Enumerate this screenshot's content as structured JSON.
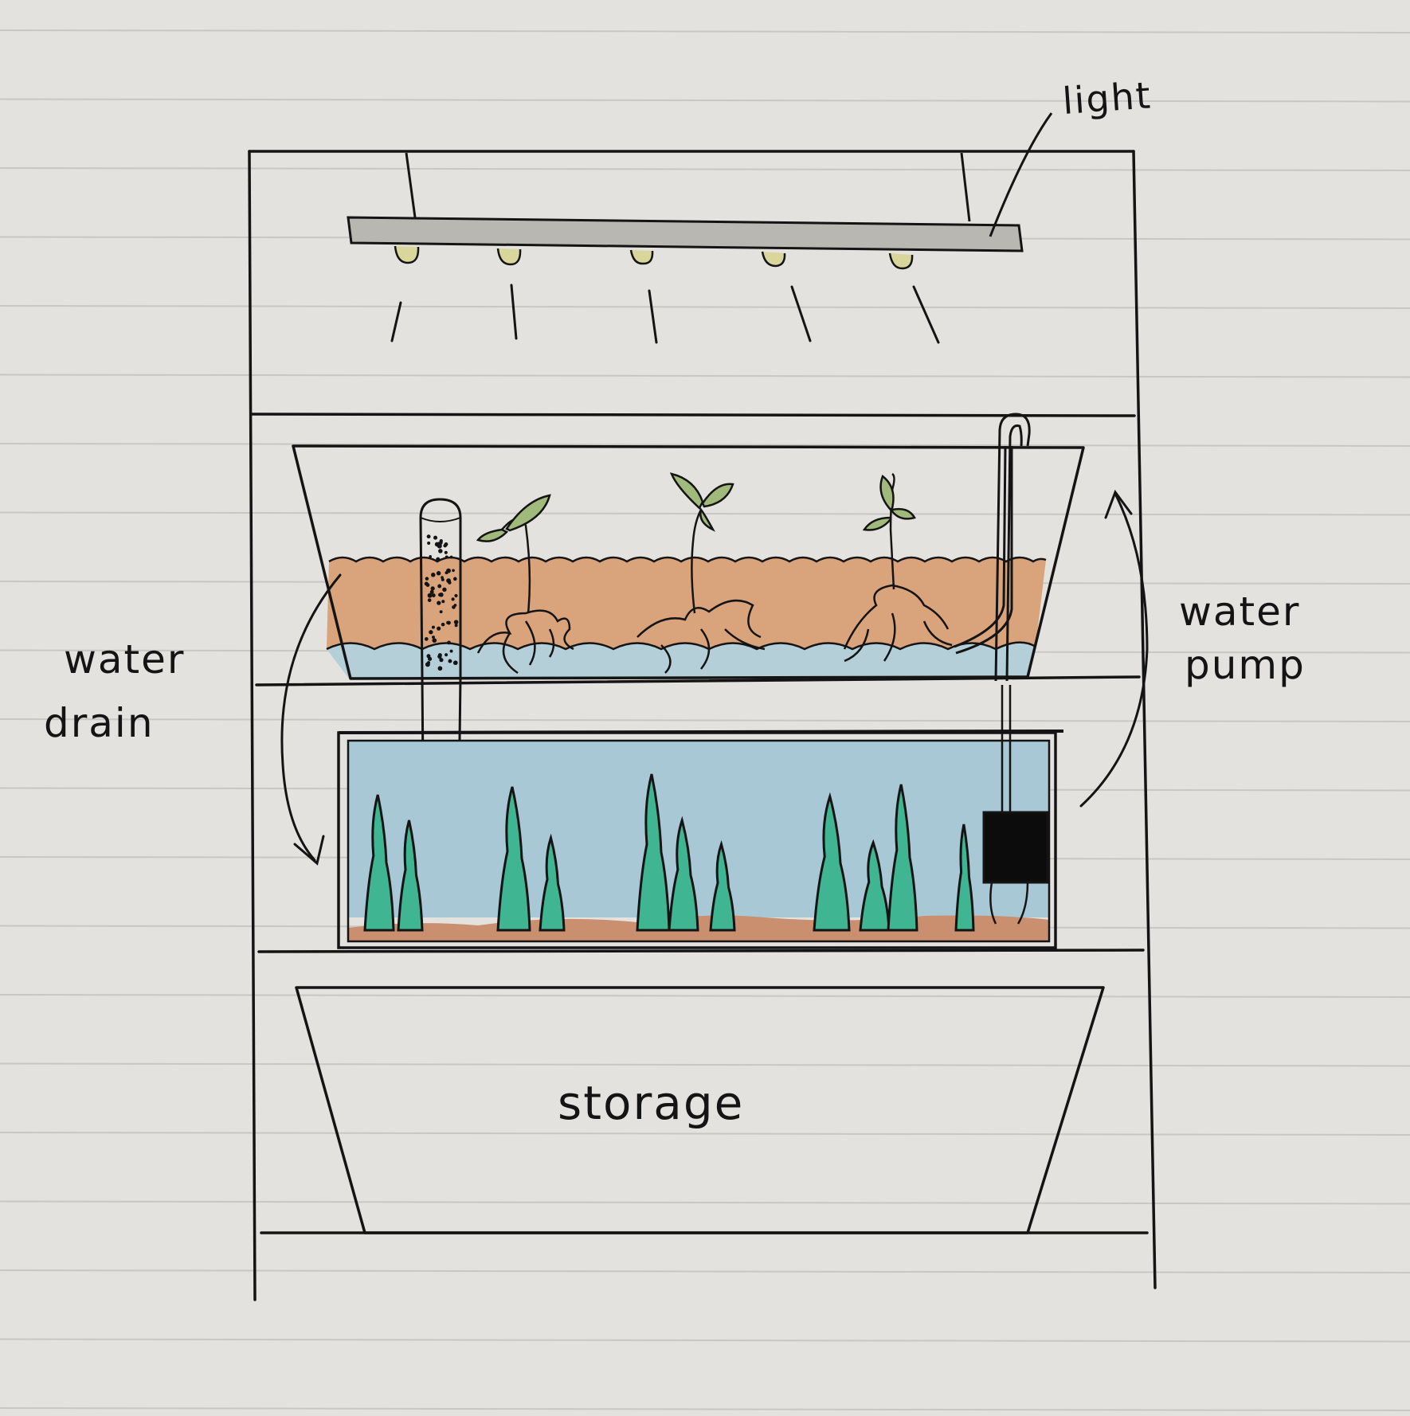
{
  "labels": {
    "light": "light",
    "water_drain_line1": "water",
    "water_drain_line2": "drain",
    "water_pump_line1": "water",
    "water_pump_line2": "pump",
    "storage": "storage"
  },
  "colors": {
    "paper": "#e4e2de",
    "ruled_line": "#c9c7c4",
    "ink": "#141414",
    "light_bar": "#b9b7b2",
    "bulb": "#d8d69a",
    "soil": "#d9a37c",
    "water": "#b4cfd8",
    "tank_water": "#a9c8d6",
    "sediment": "#c98f6e",
    "seaweed": "#3fb592",
    "leaf": "#9fba7a",
    "pump": "#0c0c0c"
  },
  "icons": {
    "plants": [
      "seedling-icon",
      "seedling-icon",
      "seedling-icon"
    ],
    "seaweed": "seaweed-icon",
    "pump": "pump-icon"
  }
}
